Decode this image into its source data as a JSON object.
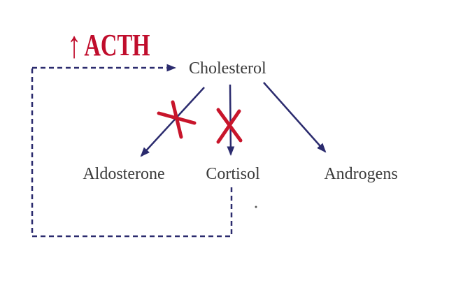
{
  "diagram": {
    "acth": {
      "arrow": "↑",
      "text": "ACTH"
    },
    "nodes": {
      "cholesterol": "Cholesterol",
      "aldosterone": "Aldosterone",
      "cortisol": "Cortisol",
      "androgens": "Androgens"
    },
    "artifact_dot": ".",
    "colors": {
      "arrow": "#2b2b6e",
      "blocked_x": "#c8152b",
      "acth_red": "#c00d2c",
      "text": "#3b3b3b"
    }
  }
}
